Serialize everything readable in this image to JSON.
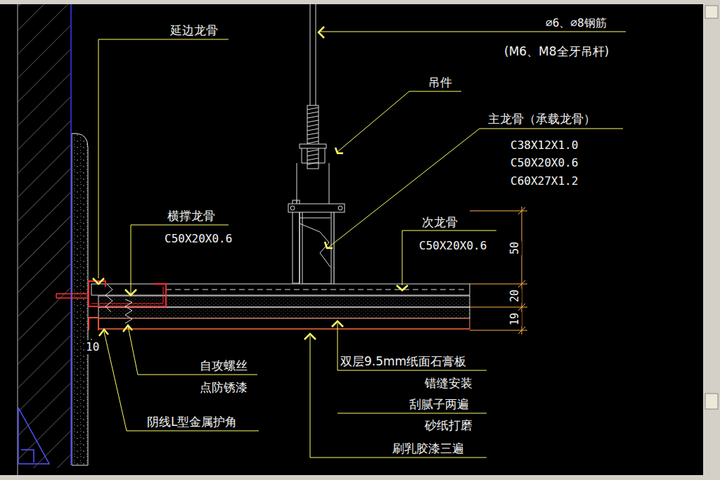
{
  "diagram": {
    "labels": [
      "延边龙骨",
      "∅6、∅8钢筋",
      "(M6、M8全牙吊杆)",
      "吊件",
      "主龙骨（承载龙骨）",
      "C38X12X1.0",
      "C50X20X0.6",
      "C60X27X1.2",
      "横撑龙骨",
      "C50X20X0.6",
      "次龙骨",
      "C50X20X0.6",
      "50",
      "20",
      "19",
      "10",
      "自攻螺丝",
      "点防锈漆",
      "阴线L型金属护角",
      "双层9.5mm纸面石膏板",
      "错缝安装",
      "刮腻子两遍",
      "砂纸打磨",
      "刷乳胶漆三遍"
    ]
  }
}
